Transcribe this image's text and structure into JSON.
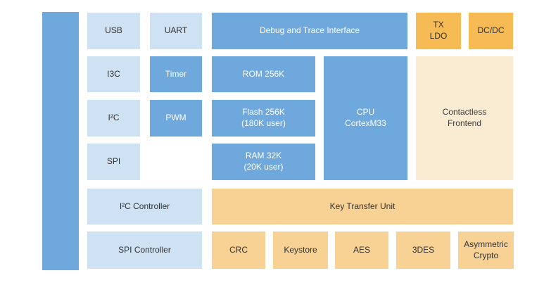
{
  "diagram": {
    "type": "soc-block-diagram",
    "colors": {
      "block_blue": "#6FA8DC",
      "block_light_blue": "#CFE2F3",
      "block_orange": "#F7BB55",
      "block_light_orange": "#F8D295",
      "block_cream": "#FAEBD3",
      "text_on_blue": "#FFFFFF",
      "text_on_light": "#333333",
      "background": "#FFFFFF"
    },
    "blocks": {
      "usb": "USB",
      "uart": "UART",
      "debug_trace": "Debug and Trace Interface",
      "tx_ldo": "TX\nLDO",
      "dcdc": "DC/DC",
      "i3c": "I3C",
      "timer": "Timer",
      "rom": "ROM 256K",
      "cpu": "CPU\nCortexM33",
      "contactless": "Contactless\nFrontend",
      "i2c": "I²C",
      "pwm": "PWM",
      "flash": "Flash 256K\n(180K user)",
      "spi": "SPI",
      "ram": "RAM 32K\n(20K user)",
      "i2c_controller": "I²C Controller",
      "spi_controller": "SPI Controller",
      "key_transfer_unit": "Key Transfer Unit",
      "crc": "CRC",
      "keystore": "Keystore",
      "aes": "AES",
      "des3": "3DES",
      "asym_crypto": "Asymmetric\nCrypto"
    }
  }
}
